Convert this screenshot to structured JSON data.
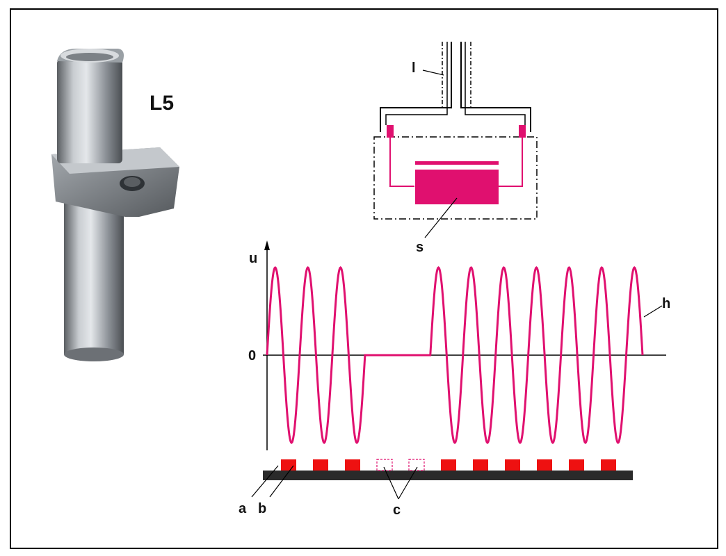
{
  "sensor": {
    "model_label": "L5"
  },
  "circuit": {
    "shield_label": "l",
    "sensor_element_label": "s"
  },
  "waveform": {
    "y_axis_label": "u",
    "zero_label": "0",
    "curve_label": "h",
    "segments": [
      {
        "type": "sine",
        "cycles": 3
      },
      {
        "type": "flat",
        "cycles": 2
      },
      {
        "type": "sine",
        "cycles": 6.5
      }
    ]
  },
  "tone_wheel": {
    "teeth_pattern": [
      "tooth",
      "tooth",
      "tooth",
      "gap",
      "gap",
      "tooth",
      "tooth",
      "tooth",
      "tooth",
      "tooth",
      "tooth"
    ],
    "labels": {
      "a": "a",
      "b": "b",
      "c": "c"
    }
  },
  "colors": {
    "signal": "#e0106f",
    "tooth": "#ee1111",
    "base": "#2a2a2a",
    "frame": "#000000"
  }
}
